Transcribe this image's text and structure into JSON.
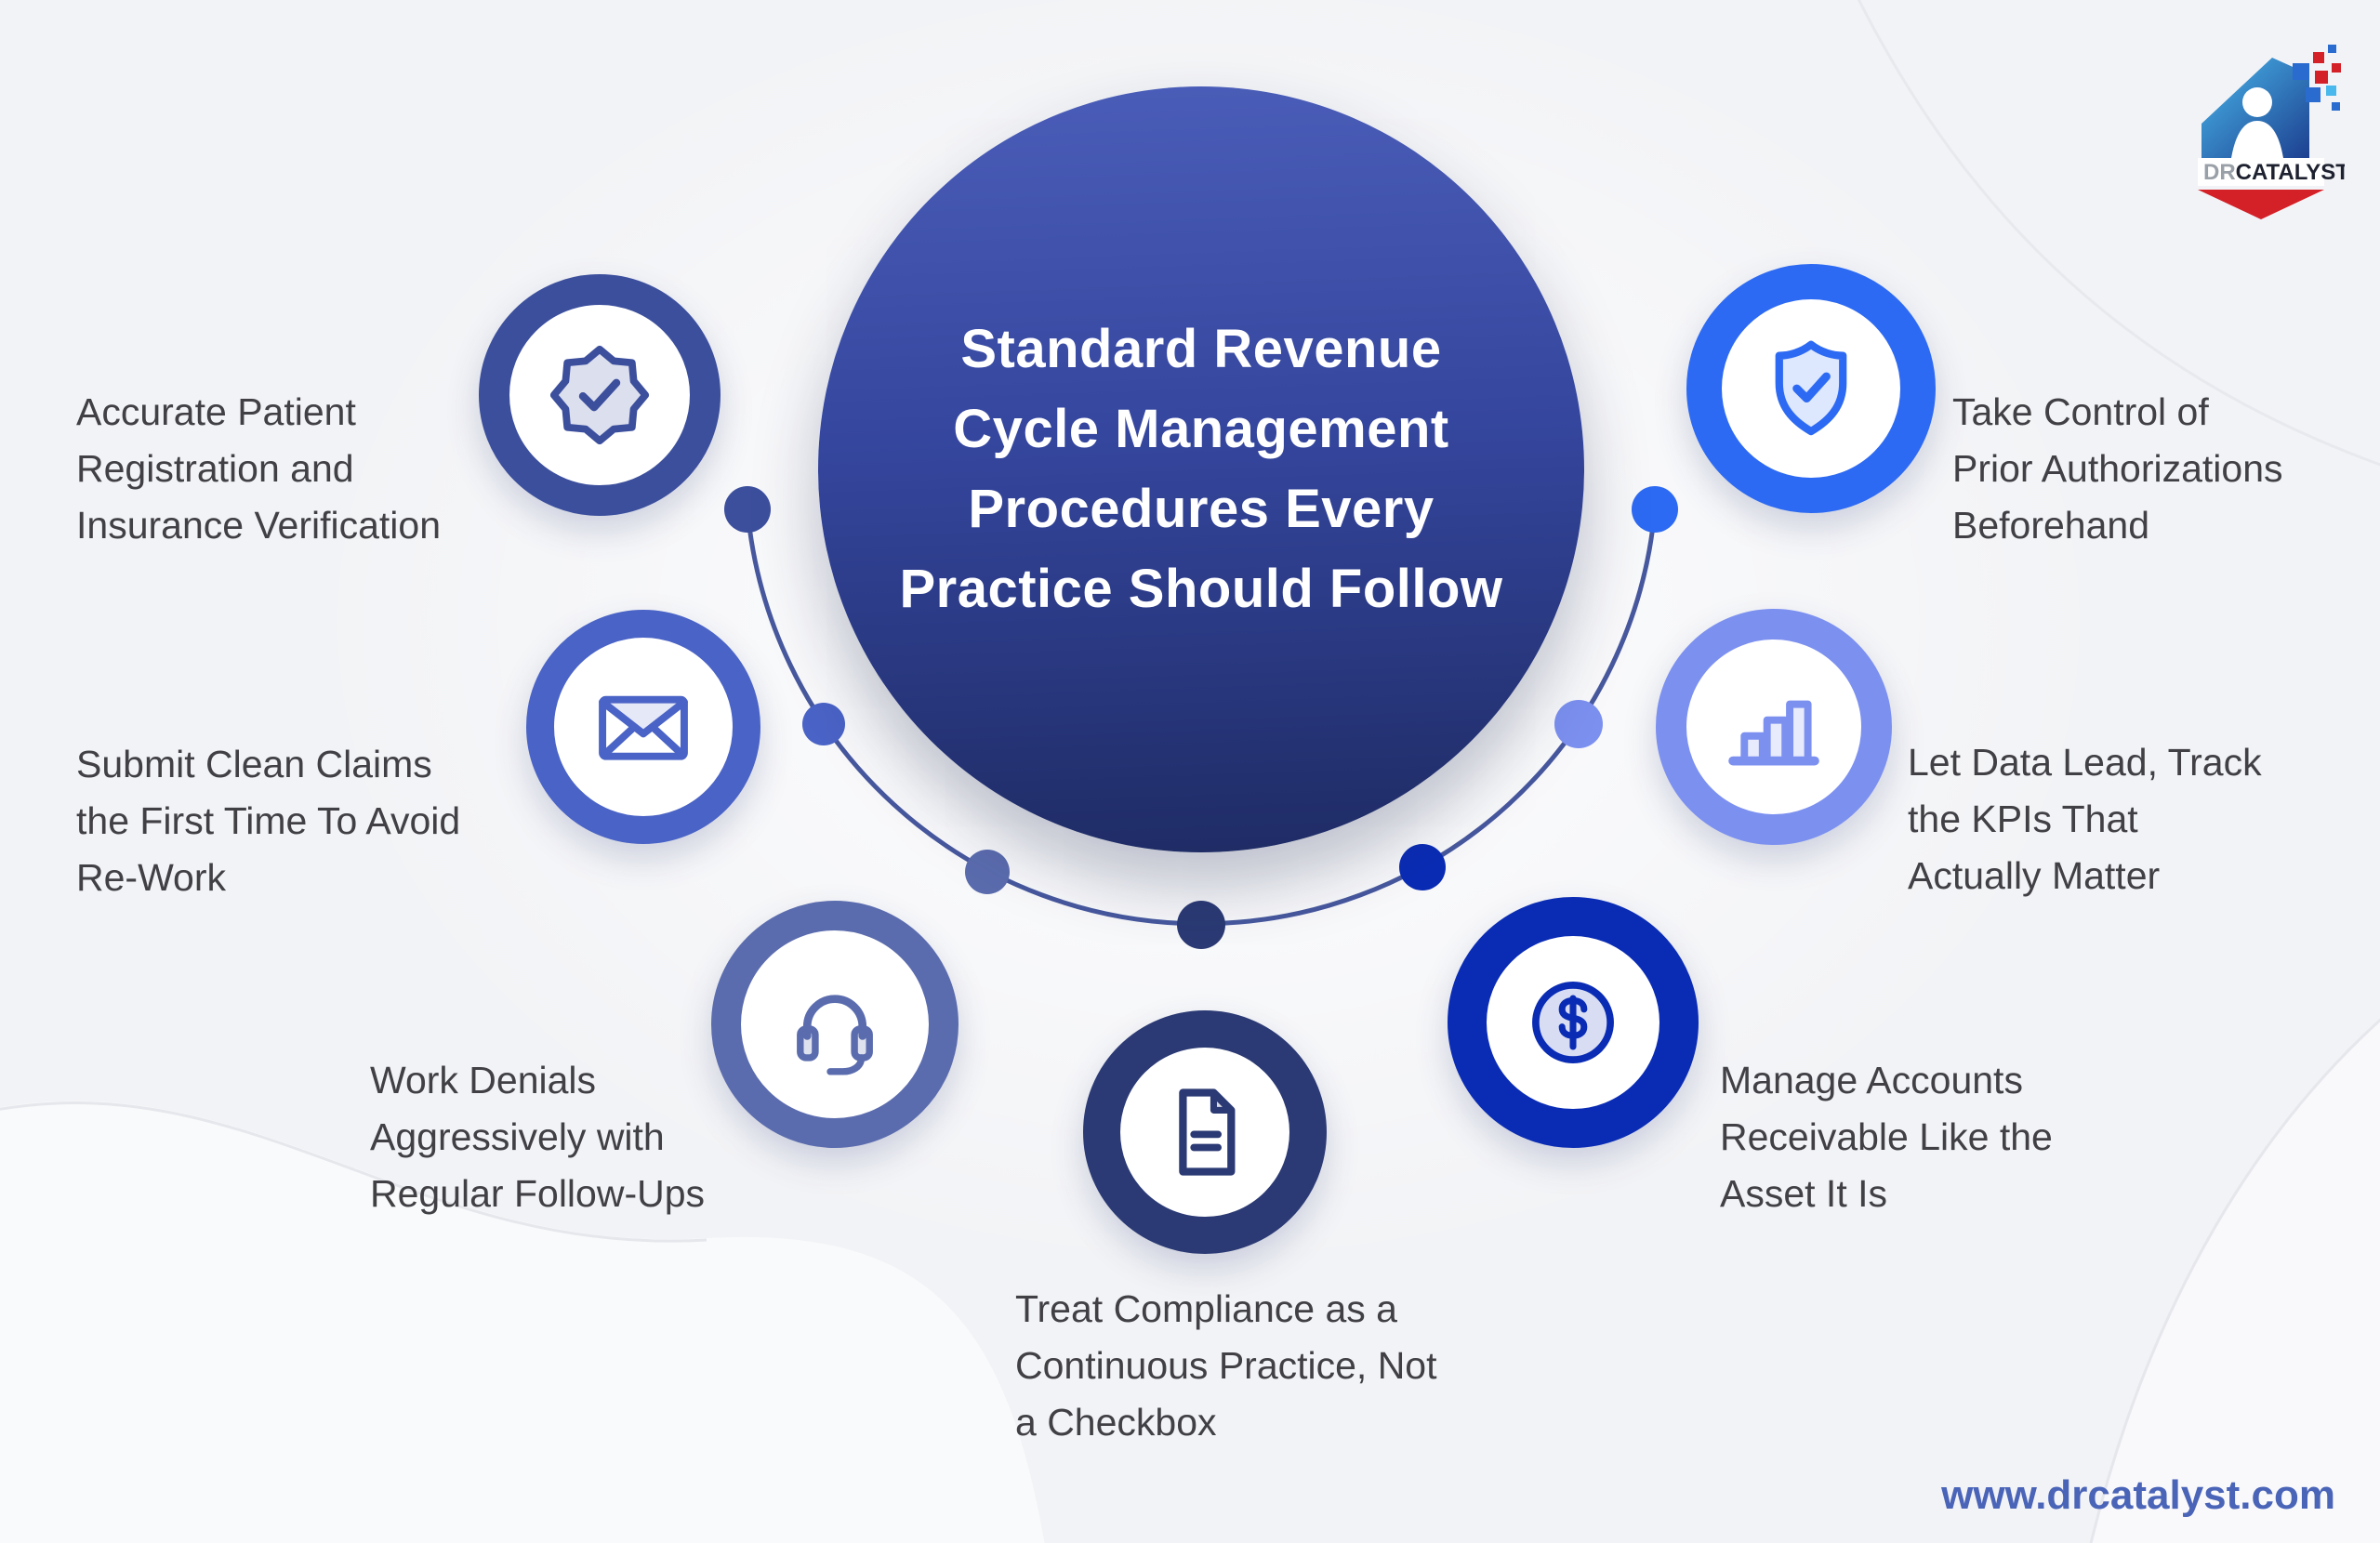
{
  "title": {
    "lines": [
      "Standard Revenue",
      "Cycle Management",
      "Procedures Every",
      "Practice Should Follow"
    ]
  },
  "items": [
    {
      "icon": "badge-check-icon",
      "ring_color": "#3c4f9d",
      "label_lines": [
        "Accurate Patient",
        "Registration and",
        "Insurance Verification"
      ]
    },
    {
      "icon": "envelope-icon",
      "ring_color": "#4a63c6",
      "label_lines": [
        "Submit Clean Claims",
        "the First Time To Avoid",
        "Re-Work"
      ]
    },
    {
      "icon": "headset-icon",
      "ring_color": "#5b6cae",
      "label_lines": [
        "Work Denials",
        "Aggressively with",
        "Regular Follow-Ups"
      ]
    },
    {
      "icon": "document-icon",
      "ring_color": "#2b3a74",
      "label_lines": [
        "Treat Compliance as a",
        "Continuous Practice, Not",
        "a Checkbox"
      ]
    },
    {
      "icon": "dollar-icon",
      "ring_color": "#0a2cb5",
      "label_lines": [
        "Manage Accounts",
        "Receivable Like the",
        "Asset It Is"
      ]
    },
    {
      "icon": "bar-chart-icon",
      "ring_color": "#7c90f0",
      "label_lines": [
        "Let Data Lead, Track",
        "the KPIs That",
        "Actually Matter"
      ]
    },
    {
      "icon": "shield-check-icon",
      "ring_color": "#2d6af3",
      "label_lines": [
        "Take Control of",
        "Prior Authorizations",
        "Beforehand"
      ]
    }
  ],
  "logo": {
    "prefix": "DR",
    "suffix": "CATALYST"
  },
  "footer": {
    "website": "www.drcatalyst.com"
  },
  "colors": {
    "background": "#f2f3f6",
    "center_gradient_top": "#4a5db8",
    "center_gradient_bottom": "#1e2b64",
    "arc_line": "#47589e",
    "label_text": "#414145",
    "url_text": "#4a64b8",
    "logo_red": "#d42027",
    "logo_blue": "#1d3f8f"
  }
}
